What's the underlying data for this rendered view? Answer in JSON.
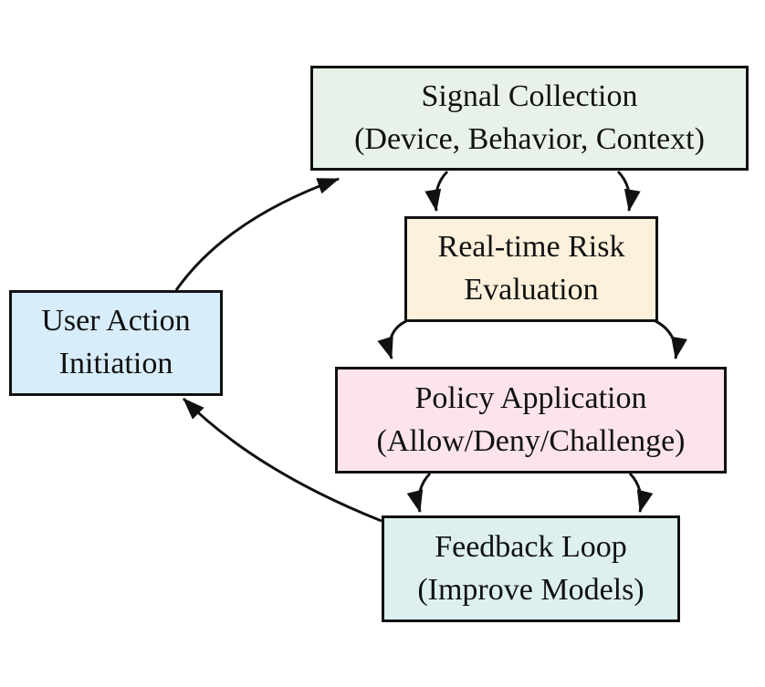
{
  "colors": {
    "edge": "#111111",
    "border": "#111111",
    "text": "#111111",
    "background": "#ffffff"
  },
  "diagram": {
    "nodes": {
      "signal": {
        "line1": "Signal Collection",
        "line2": "(Device, Behavior, Context)",
        "fill": "#e8f2e8"
      },
      "risk": {
        "line1": "Real-time Risk",
        "line2": "Evaluation",
        "fill": "#fdf1dc"
      },
      "policy": {
        "line1": "Policy Application",
        "line2": "(Allow/Deny/Challenge)",
        "fill": "#fce3ec"
      },
      "feedback": {
        "line1": "Feedback Loop",
        "line2": "(Improve Models)",
        "fill": "#ddefef"
      },
      "user": {
        "line1": "User Action",
        "line2": "Initiation",
        "fill": "#d7edfa"
      }
    },
    "edges": [
      {
        "from": "user",
        "to": "signal"
      },
      {
        "from": "signal",
        "to": "risk",
        "lane": "left"
      },
      {
        "from": "signal",
        "to": "risk",
        "lane": "right"
      },
      {
        "from": "risk",
        "to": "policy",
        "lane": "left"
      },
      {
        "from": "risk",
        "to": "policy",
        "lane": "right"
      },
      {
        "from": "policy",
        "to": "feedback",
        "lane": "left"
      },
      {
        "from": "policy",
        "to": "feedback",
        "lane": "right"
      },
      {
        "from": "feedback",
        "to": "user"
      }
    ]
  }
}
